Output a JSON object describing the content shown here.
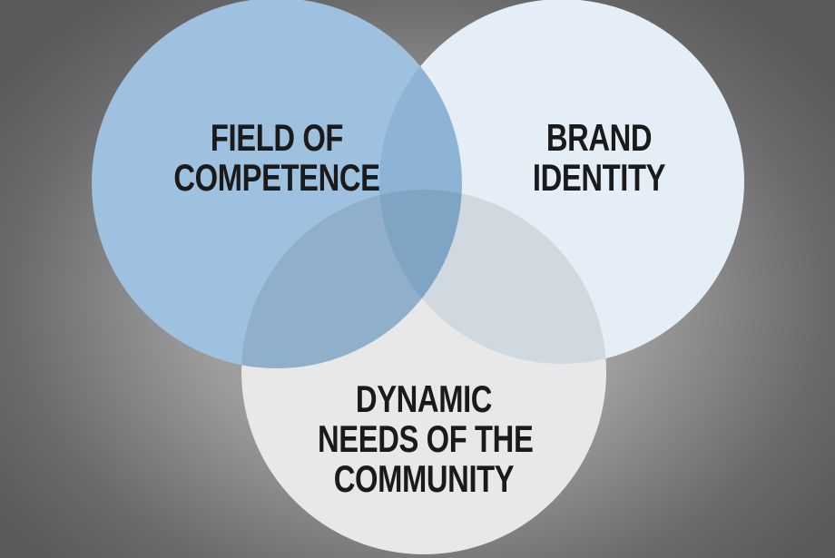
{
  "diagram": {
    "type": "venn",
    "circles": [
      {
        "id": "field",
        "lines": [
          "FIELD OF",
          "COMPETENCE"
        ],
        "color": "#9dc1de"
      },
      {
        "id": "brand",
        "lines": [
          "BRAND",
          "IDENTITY"
        ],
        "color": "#e5eef7"
      },
      {
        "id": "community",
        "lines": [
          "DYNAMIC",
          "NEEDS OF THE",
          "COMMUNITY"
        ],
        "color": "#e8e8e8"
      }
    ]
  }
}
